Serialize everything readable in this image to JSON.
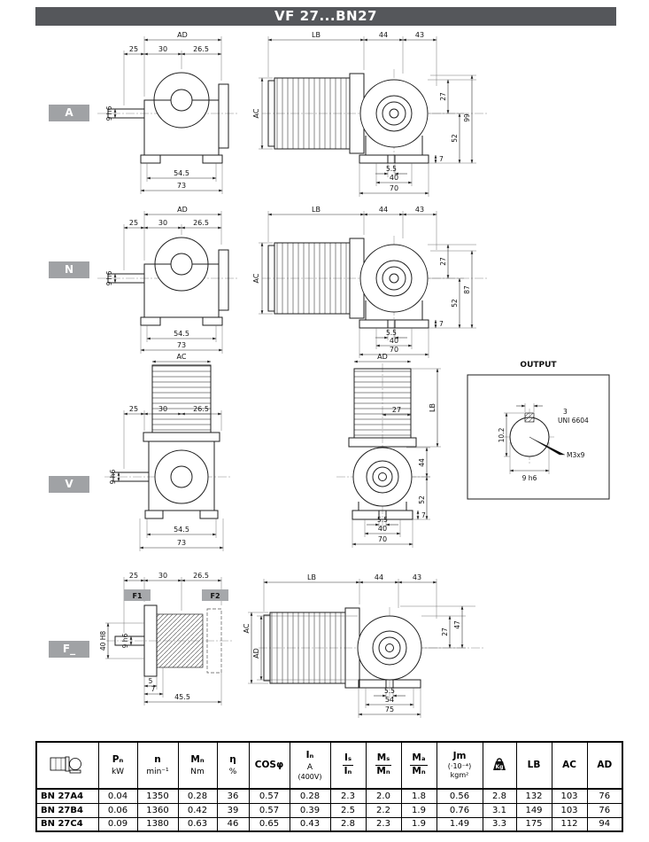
{
  "header": {
    "title": "VF 27...BN27"
  },
  "sections": {
    "a": {
      "label": "A",
      "side": {
        "ad": "AD",
        "d1": "25",
        "d2": "30",
        "d3": "26.5",
        "shaft": "9 h6",
        "w1": "54.5",
        "w2": "73"
      },
      "front": {
        "lb": "LB",
        "t1": "44",
        "t2": "43",
        "ac": "AC",
        "r1": "27",
        "r2": "52",
        "r3": "99",
        "r4": "7",
        "b1": "5.5",
        "b2": "40",
        "b3": "70"
      }
    },
    "n": {
      "label": "N",
      "side": {
        "ad": "AD",
        "d1": "25",
        "d2": "30",
        "d3": "26.5",
        "shaft": "9 h6",
        "w1": "54.5",
        "w2": "73"
      },
      "front": {
        "lb": "LB",
        "t1": "44",
        "t2": "43",
        "ac": "AC",
        "r1": "27",
        "r2": "52",
        "r3": "87",
        "r4": "7",
        "b1": "5.5",
        "b2": "40",
        "b3": "70"
      }
    },
    "v": {
      "label": "V",
      "side": {
        "ac": "AC",
        "d1": "25",
        "d2": "30",
        "d3": "26.5",
        "shaft": "9 h6",
        "w1": "54.5",
        "w2": "73"
      },
      "front": {
        "ad": "AD",
        "t1": "27",
        "lb": "LB",
        "r1": "44",
        "r2": "52",
        "r3": "7",
        "b1": "5.5",
        "b2": "40",
        "b3": "70"
      }
    },
    "f": {
      "label": "F_",
      "side": {
        "d1": "25",
        "d2": "30",
        "d3": "26.5",
        "f1": "F1",
        "f2": "F2",
        "bore": "40 H8",
        "shaft": "9 h6",
        "b1": "5",
        "b2": "7",
        "b3": "45.5"
      },
      "front": {
        "lb": "LB",
        "t1": "44",
        "t2": "43",
        "ac": "AC",
        "ad": "AD",
        "r1": "27",
        "r2": "47",
        "b1": "5.5",
        "b2": "54",
        "b3": "75"
      }
    }
  },
  "output": {
    "title": "OUTPUT",
    "key_w": "3",
    "std": "UNI 6604",
    "depth": "10.2",
    "tap": "M3x9",
    "shaft": "9 h6"
  },
  "table": {
    "headers": {
      "pn": "Pₙ",
      "pn_u": "kW",
      "n": "n",
      "n_u": "min⁻¹",
      "mn": "Mₙ",
      "mn_u": "Nm",
      "eta": "η",
      "eta_u": "%",
      "cos": "COSφ",
      "iin": "Iₙ",
      "iin_u": "A",
      "iin_n": "(400V)",
      "is": "Iₛ",
      "is_b": "Iₙ",
      "ms": "Mₛ",
      "ms_b": "Mₙ",
      "ma": "Mₐ",
      "ma_b": "Mₙ",
      "jm": "Jm",
      "jm_n": "(·10⁻⁴)",
      "jm_u": "kgm²",
      "kg": "Kg",
      "lb": "LB",
      "ac": "AC",
      "ad": "AD"
    },
    "rows": [
      {
        "c": [
          "BN 27A4",
          "0.04",
          "1350",
          "0.28",
          "36",
          "0.57",
          "0.28",
          "2.3",
          "2.0",
          "1.8",
          "0.56",
          "2.8",
          "132",
          "103",
          "76"
        ]
      },
      {
        "c": [
          "BN 27B4",
          "0.06",
          "1360",
          "0.42",
          "39",
          "0.57",
          "0.39",
          "2.5",
          "2.2",
          "1.9",
          "0.76",
          "3.1",
          "149",
          "103",
          "76"
        ]
      },
      {
        "c": [
          "BN 27C4",
          "0.09",
          "1380",
          "0.63",
          "46",
          "0.65",
          "0.43",
          "2.8",
          "2.3",
          "1.9",
          "1.49",
          "3.3",
          "175",
          "112",
          "94"
        ]
      }
    ]
  }
}
